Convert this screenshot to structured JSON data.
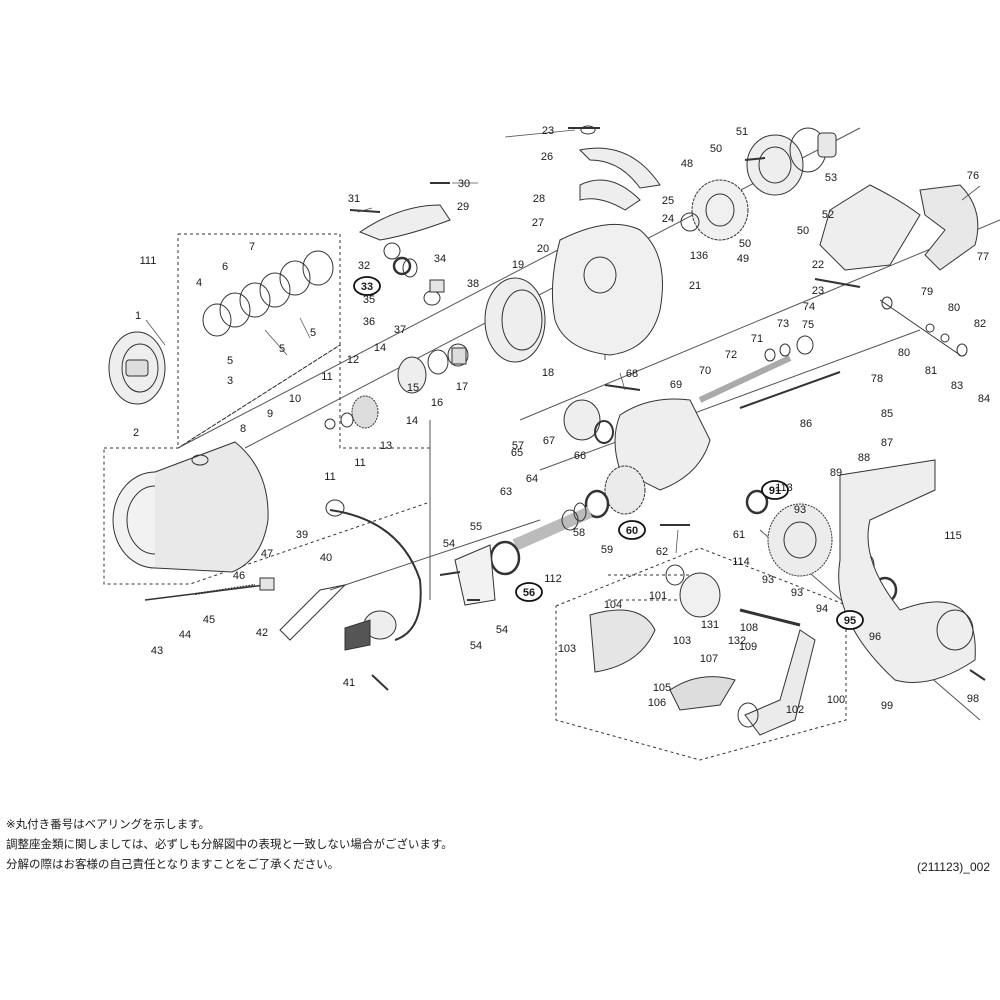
{
  "part_labels": [
    "1",
    "2",
    "3",
    "4",
    "5",
    "5",
    "5",
    "6",
    "7",
    "8",
    "9",
    "10",
    "11",
    "11",
    "11",
    "12",
    "13",
    "14",
    "14",
    "15",
    "16",
    "17",
    "18",
    "19",
    "20",
    "21",
    "22",
    "23",
    "23",
    "24",
    "25",
    "26",
    "27",
    "28",
    "29",
    "30",
    "31",
    "32",
    "33",
    "34",
    "35",
    "36",
    "37",
    "38",
    "39",
    "40",
    "41",
    "42",
    "43",
    "44",
    "45",
    "46",
    "47",
    "48",
    "49",
    "50",
    "50",
    "50",
    "51",
    "52",
    "53",
    "54",
    "54",
    "54",
    "55",
    "56",
    "57",
    "58",
    "59",
    "60",
    "61",
    "62",
    "63",
    "64",
    "65",
    "66",
    "67",
    "68",
    "69",
    "70",
    "71",
    "72",
    "73",
    "74",
    "75",
    "76",
    "77",
    "78",
    "79",
    "80",
    "80",
    "81",
    "82",
    "83",
    "84",
    "85",
    "86",
    "87",
    "88",
    "89",
    "91",
    "93",
    "93",
    "93",
    "94",
    "95",
    "96",
    "98",
    "99",
    "100",
    "101",
    "102",
    "103",
    "103",
    "104",
    "105",
    "106",
    "107",
    "108",
    "109",
    "111",
    "112",
    "113",
    "114",
    "115",
    "131",
    "132",
    "136"
  ],
  "bearing_labels": [
    "33",
    "56",
    "60",
    "91",
    "95"
  ],
  "notes": {
    "line1": "※丸付き番号はベアリングを示します。",
    "line2": "調整座金類に関しましては、必ずしも分解図中の表現と一致しない場合がございます。",
    "line3": "分解の際はお客様の自己責任となりますことをご了承ください。",
    "code": "(211123)_002"
  }
}
